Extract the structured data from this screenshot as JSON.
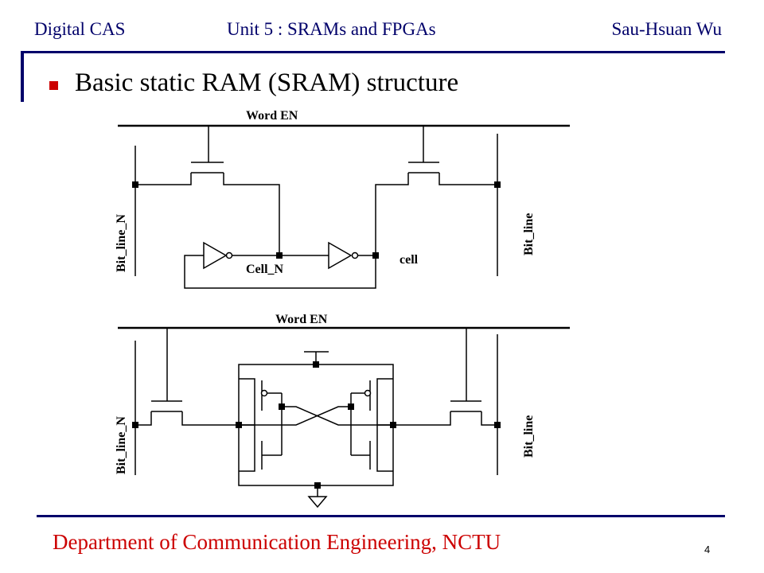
{
  "header": {
    "left": "Digital CAS",
    "center": "Unit 5 : SRAMs and FPGAs",
    "right": "Sau-Hsuan Wu"
  },
  "slide": {
    "title": "Basic static RAM (SRAM) structure"
  },
  "diagram_top": {
    "word_line_label": "Word EN",
    "bit_line_n_label": "Bit_line_N",
    "bit_line_label": "Bit_line",
    "cell_n_label": "Cell_N",
    "cell_label": "cell"
  },
  "diagram_bottom": {
    "word_line_label": "Word EN",
    "bit_line_n_label": "Bit_line_N",
    "bit_line_label": "Bit_line"
  },
  "footer": {
    "department": "Department of Communication Engineering, NCTU",
    "page_number": "4"
  },
  "colors": {
    "header_text": "#00006a",
    "accent_rule": "#00006a",
    "bullet": "#cc0000",
    "footer_text": "#cc0000"
  }
}
